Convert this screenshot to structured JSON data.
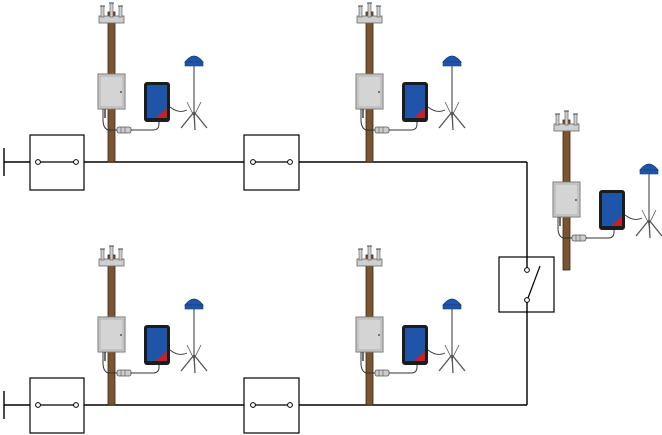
{
  "diagram": {
    "kind": "distribution-line-schematic",
    "colors": {
      "line": "#000000",
      "switch_box_fill": "#ffffff",
      "pole_wood": "#7a5530",
      "pole_outline": "#3b2614",
      "cabinet_fill": "#d4d4d4",
      "cabinet_outline": "#777777",
      "insulator": "#cfcfcf",
      "terminal_body": "#1c1c1c",
      "terminal_screen": "#1f55a8",
      "terminal_alert": "#c8202a",
      "antenna_dome": "#1f55a8",
      "tripod": "#555555",
      "cable": "#333333"
    },
    "lines": [
      "upper-feeder",
      "lower-feeder",
      "tie-line"
    ],
    "switches": [
      {
        "id": "sw-upper-1",
        "state": "closed"
      },
      {
        "id": "sw-upper-2",
        "state": "closed"
      },
      {
        "id": "sw-lower-1",
        "state": "closed"
      },
      {
        "id": "sw-lower-2",
        "state": "closed"
      },
      {
        "id": "sw-tie",
        "state": "open"
      }
    ],
    "field_stations": [
      {
        "id": "station-upper-1",
        "devices": [
          "pole",
          "cabinet",
          "terminal",
          "antenna"
        ]
      },
      {
        "id": "station-upper-2",
        "devices": [
          "pole",
          "cabinet",
          "terminal",
          "antenna"
        ]
      },
      {
        "id": "station-lower-1",
        "devices": [
          "pole",
          "cabinet",
          "terminal",
          "antenna"
        ]
      },
      {
        "id": "station-lower-2",
        "devices": [
          "pole",
          "cabinet",
          "terminal",
          "antenna"
        ]
      },
      {
        "id": "station-tie",
        "devices": [
          "pole",
          "cabinet",
          "terminal",
          "antenna"
        ]
      }
    ]
  }
}
